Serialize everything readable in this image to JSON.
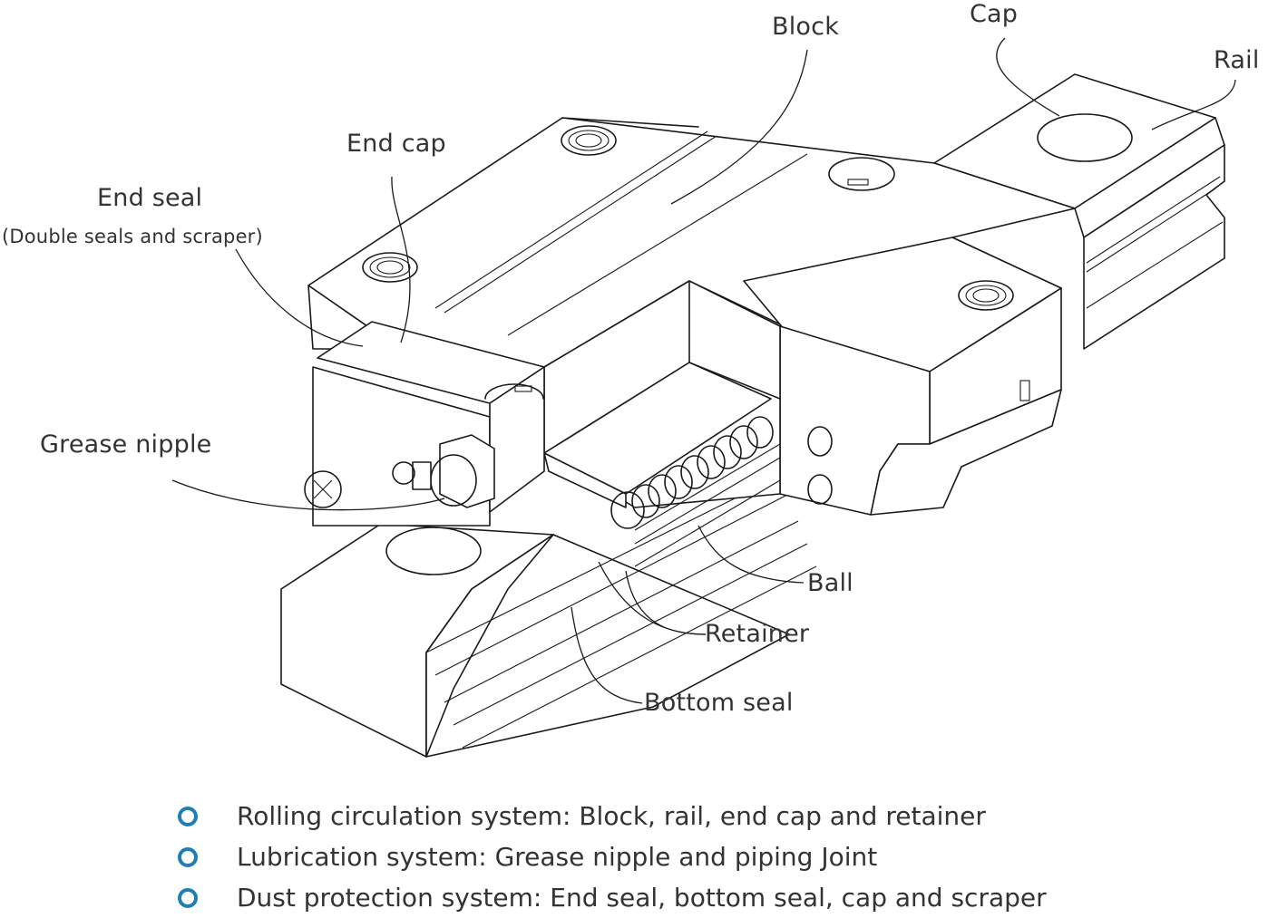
{
  "diagram": {
    "title": "Linear guide block and rail components",
    "labels": {
      "block": "Block",
      "cap": "Cap",
      "rail": "Rail",
      "end_cap": "End cap",
      "end_seal": "End seal",
      "end_seal_note": "(Double seals and scraper)",
      "grease_nipple": "Grease nipple",
      "ball": "Ball",
      "retainer": "Retainer",
      "bottom_seal": "Bottom seal"
    }
  },
  "features": {
    "bullet_icon": "circle-bullet-icon",
    "accent_color": "#1e7fb8",
    "items": [
      "Rolling circulation system: Block, rail, end cap and retainer",
      "Lubrication system: Grease nipple and piping Joint",
      "Dust protection system: End seal, bottom seal, cap and scraper"
    ]
  }
}
